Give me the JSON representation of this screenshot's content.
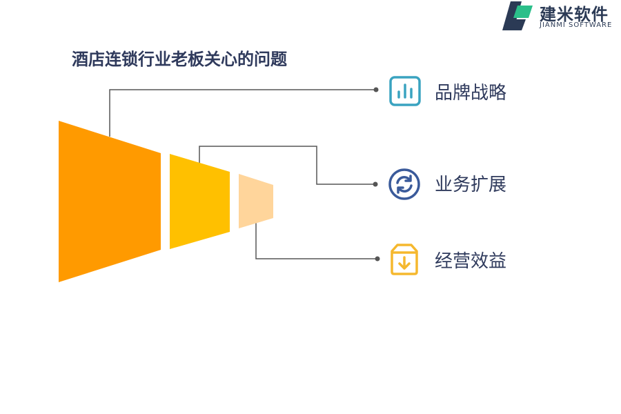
{
  "brand": {
    "name_cn": "建米软件",
    "name_en": "JIANMI SOFTWARE"
  },
  "title": "酒店连锁行业老板关心的问题",
  "items": [
    {
      "label": "品牌战略",
      "icon": "bar-chart-icon",
      "color": "#3aa3c0"
    },
    {
      "label": "业务扩展",
      "icon": "refresh-icon",
      "color": "#3a5a9a"
    },
    {
      "label": "经营效益",
      "icon": "download-box-icon",
      "color": "#f5b82e"
    }
  ],
  "funnel_colors": [
    "#ff9a00",
    "#ffc000",
    "#ffd59b"
  ],
  "line_color": "#555555"
}
